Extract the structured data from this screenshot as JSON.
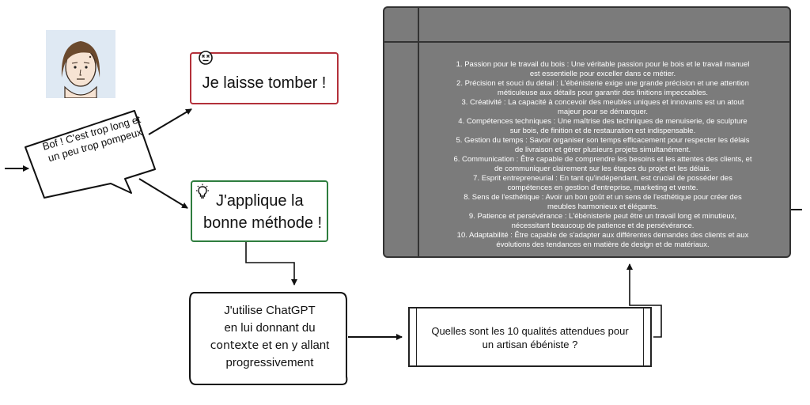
{
  "speech_bubble": {
    "line1": "Bof ! C'est trop long et",
    "line2": "un peu trop pompeux"
  },
  "give_up_box": {
    "text": "Je laisse tomber !",
    "icon": "dizzy-face-icon",
    "border_color": "#b3303a"
  },
  "method_box": {
    "line1": "J'applique la",
    "line2": "bonne méthode !",
    "icon": "lightbulb-icon",
    "border_color": "#2e7d3e"
  },
  "chatgpt_step": {
    "line1": "J'utilise ChatGPT",
    "line2": "en lui donnant du",
    "line3_word": "contexte",
    "line3_rest": " et en y allant",
    "line4": "progressivement"
  },
  "prompt_box": {
    "line1": "Quelles sont les 10 qualités attendues pour",
    "line2": "un artisan ébéniste ?"
  },
  "answer_panel": {
    "background": "#7b7b7b",
    "lines": [
      "1. Passion pour le travail du bois : Une véritable passion pour le bois et le travail manuel",
      "est essentielle pour exceller dans ce métier.",
      "2. Précision et souci du détail : L'ébénisterie exige une grande précision et une attention",
      "méticuleuse aux détails pour garantir des finitions impeccables.",
      "3. Créativité : La capacité à concevoir des meubles uniques et innovants est un atout",
      "majeur pour se démarquer.",
      "4. Compétences techniques : Une maîtrise des techniques de menuiserie, de sculpture",
      "sur bois, de finition et de restauration est indispensable.",
      "5. Gestion du temps : Savoir organiser son temps efficacement pour respecter les délais",
      "de livraison et gérer plusieurs projets simultanément.",
      "6. Communication : Être capable de comprendre les besoins et les attentes des clients, et",
      "de communiquer clairement sur les étapes du projet et les délais.",
      "7. Esprit entrepreneurial : En tant qu'indépendant, est crucial de posséder des",
      "compétences en gestion d'entreprise, marketing et vente.",
      "8. Sens de l'esthétique : Avoir un bon goût et un sens de l'esthétique pour créer des",
      "meubles harmonieux et élégants.",
      "9. Patience et persévérance : L'ébénisterie peut être un travail long et minutieux,",
      "nécessitant beaucoup de patience et de persévérance.",
      "10. Adaptabilité : Être capable de s'adapter aux différentes demandes des clients et aux",
      "évolutions des tendances en matière de design et de matériaux."
    ]
  }
}
